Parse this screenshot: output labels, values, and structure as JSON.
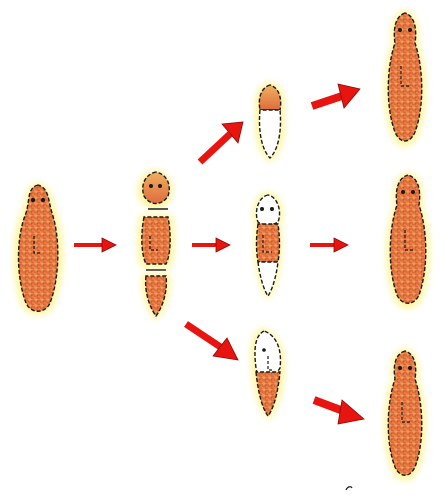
{
  "diagram": {
    "stages": [
      {
        "id": "intact-worm",
        "tissue": "whole"
      },
      {
        "id": "amputated-worm",
        "cut_into_pieces": 3
      },
      {
        "id": "head-fragment",
        "tissue": "head"
      },
      {
        "id": "trunk-fragment",
        "tissue": "trunk"
      },
      {
        "id": "tail-fragment",
        "tissue": "tail"
      },
      {
        "id": "regenerated-from-head",
        "tissue": "whole"
      },
      {
        "id": "regenerated-from-trunk",
        "tissue": "whole"
      },
      {
        "id": "regenerated-from-tail",
        "tissue": "whole"
      }
    ],
    "arrows": [
      {
        "from": "intact-worm",
        "to": "amputated-worm"
      },
      {
        "from": "amputated-worm",
        "to": "head-fragment"
      },
      {
        "from": "amputated-worm",
        "to": "trunk-fragment"
      },
      {
        "from": "amputated-worm",
        "to": "tail-fragment"
      },
      {
        "from": "head-fragment",
        "to": "regenerated-from-head"
      },
      {
        "from": "trunk-fragment",
        "to": "regenerated-from-trunk"
      },
      {
        "from": "tail-fragment",
        "to": "regenerated-from-tail"
      }
    ]
  },
  "colors": {
    "tissue_old": "#d9693a",
    "tissue_new": "#ffffff",
    "glow": "#fff27a",
    "arrow": "#e8140f",
    "outline": "#1a1a1a"
  }
}
